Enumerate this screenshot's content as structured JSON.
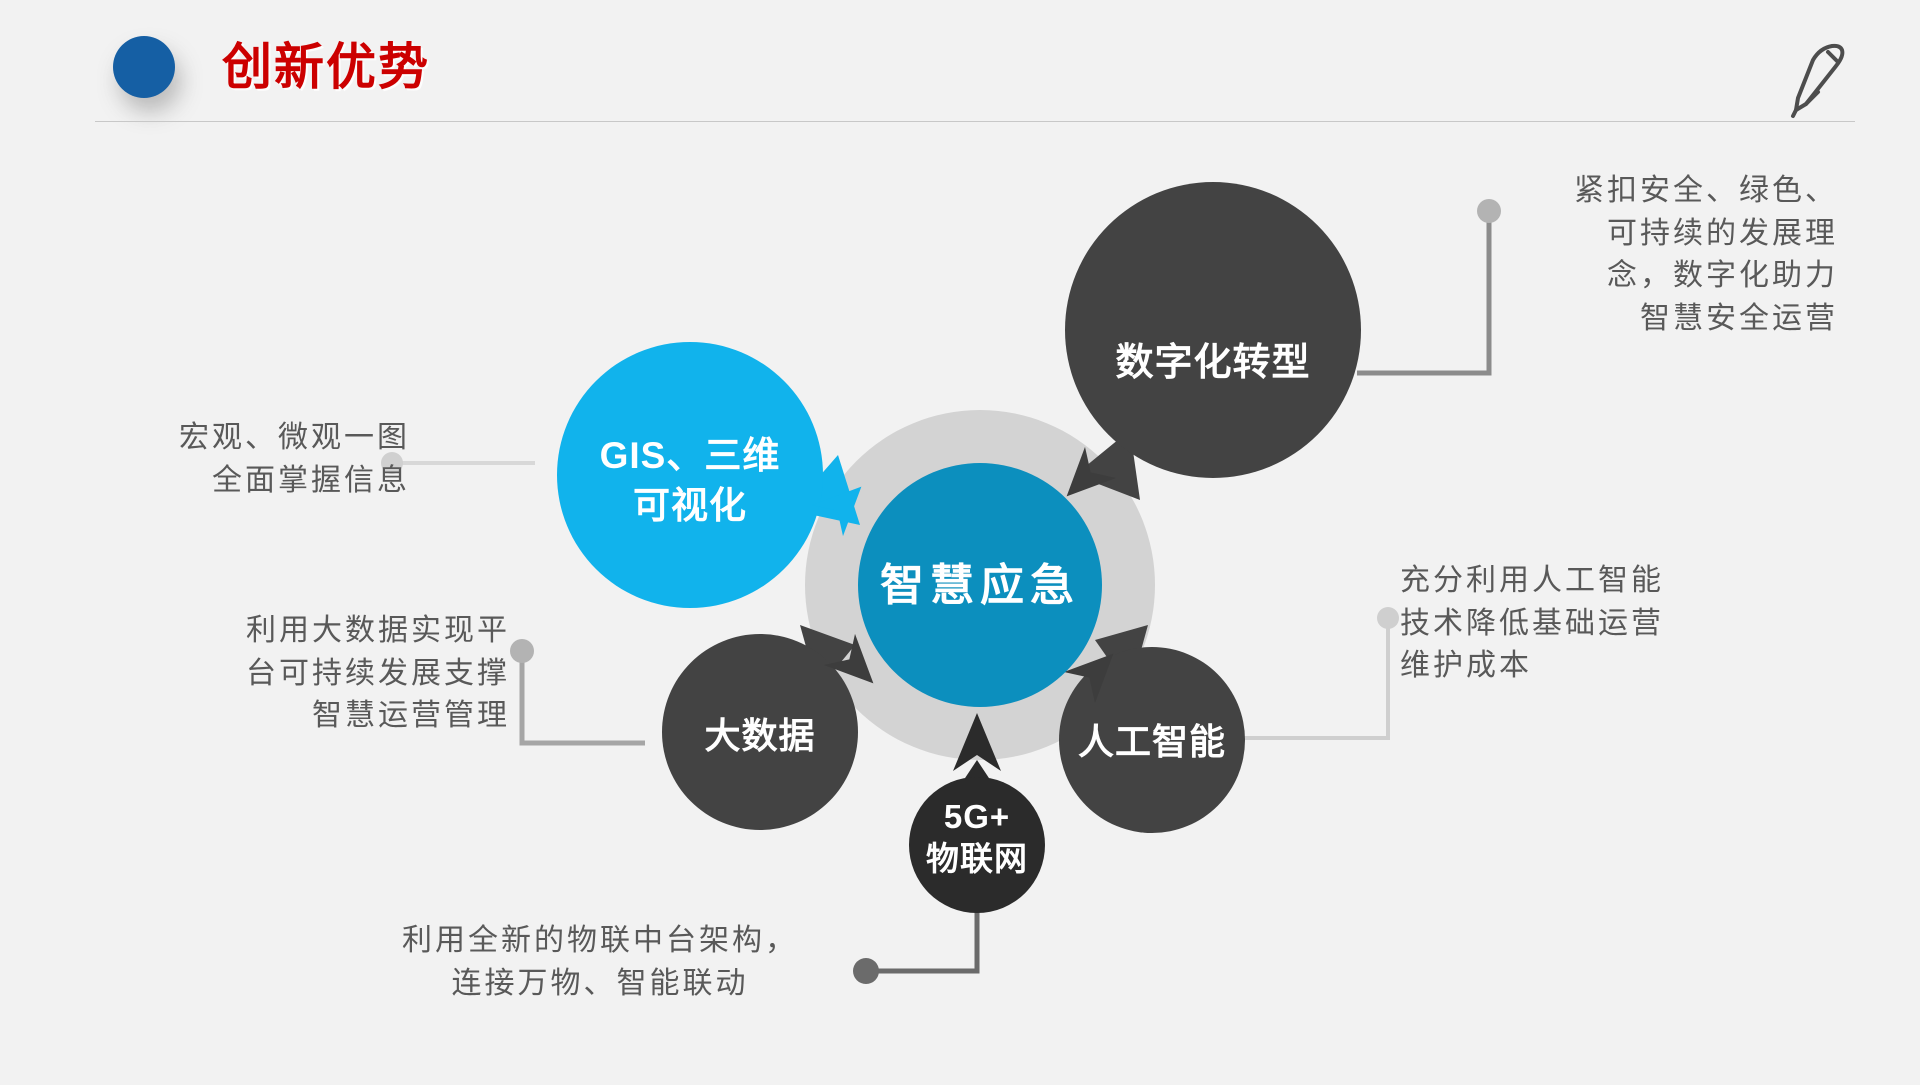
{
  "header": {
    "title": "创新优势",
    "bullet_color": "#155fa4",
    "title_color": "#cc0000",
    "pen_icon": "pen-icon"
  },
  "diagram": {
    "center": {
      "label": "智慧应急",
      "fill": "#0c8fbe",
      "ring_fill": "#d3d3d3"
    },
    "nodes": [
      {
        "id": "gis",
        "label_lines": [
          "GIS、三维",
          "可视化"
        ],
        "fill": "#11b3ec",
        "arrow_color": "#11b3ec"
      },
      {
        "id": "digital",
        "label_lines": [
          "数字化转型"
        ],
        "fill": "#434343",
        "arrow_color": "#3d3d3d"
      },
      {
        "id": "ai",
        "label_lines": [
          "人工智能"
        ],
        "fill": "#434343",
        "arrow_color": "#3d3d3d"
      },
      {
        "id": "iot",
        "label_lines": [
          "5G+",
          "物联网"
        ],
        "fill": "#2b2b2b",
        "arrow_color": "#2b2b2b"
      },
      {
        "id": "bigdata",
        "label_lines": [
          "大数据"
        ],
        "fill": "#434343",
        "arrow_color": "#3d3d3d"
      }
    ]
  },
  "annotations": {
    "gis": "宏观、微观一图\n全面掌握信息",
    "bigdata": "利用大数据实现平\n台可持续发展支撑\n智慧运营管理",
    "iot": "利用全新的物联中台架构，\n连接万物、智能联动",
    "digital": "紧扣安全、绿色、\n可持续的发展理\n念，数字化助力\n智慧安全运营",
    "ai": "充分利用人工智能\n技术降低基础运营\n维护成本"
  },
  "colors": {
    "background": "#f2f2f2",
    "connector_line": "#8c8c8c",
    "connector_line_light": "#d8d8d8",
    "text_gray": "#595959"
  }
}
